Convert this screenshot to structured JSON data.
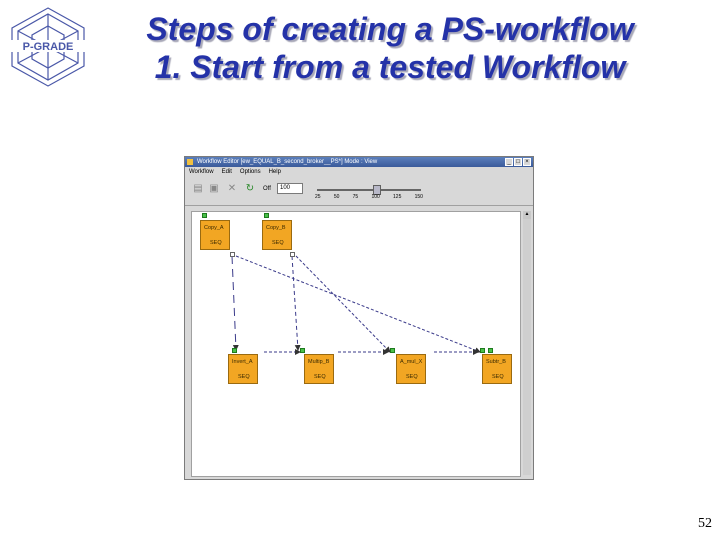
{
  "slide": {
    "title_line1": "Steps of creating a PS-workflow",
    "title_line2": "1. Start from a tested Workflow",
    "page_number": "52",
    "logo_text": "P-GRADE",
    "title_color": "#2432a8"
  },
  "window": {
    "title": "Workflow Editor",
    "title_detail": "[ew_EQUAL_B_second_broker__PS*]",
    "mode": "Mode : View",
    "buttons": [
      "_",
      "□",
      "×"
    ]
  },
  "menu": [
    "Workflow",
    "Edit",
    "Options",
    "Help"
  ],
  "toolbar": {
    "icons": [
      "open-icon",
      "save-icon",
      "delete-icon",
      "refresh-icon"
    ],
    "zoom_label": "Off",
    "zoom_value": "100",
    "slider_ticks": [
      "25",
      "50",
      "75",
      "100",
      "125",
      "150"
    ],
    "slider_value": 100
  },
  "jobs": [
    {
      "name": "Copy_A",
      "type": "SEQ"
    },
    {
      "name": "Copy_B",
      "type": "SEQ"
    },
    {
      "name": "Invert_A",
      "type": "SEQ"
    },
    {
      "name": "Multip_B",
      "type": "SEQ"
    },
    {
      "name": "A_mul_X",
      "type": "SEQ"
    },
    {
      "name": "Subtr_B",
      "type": "SEQ"
    }
  ],
  "colors": {
    "job": "#f2a623",
    "input_port": "#4ac04a"
  }
}
